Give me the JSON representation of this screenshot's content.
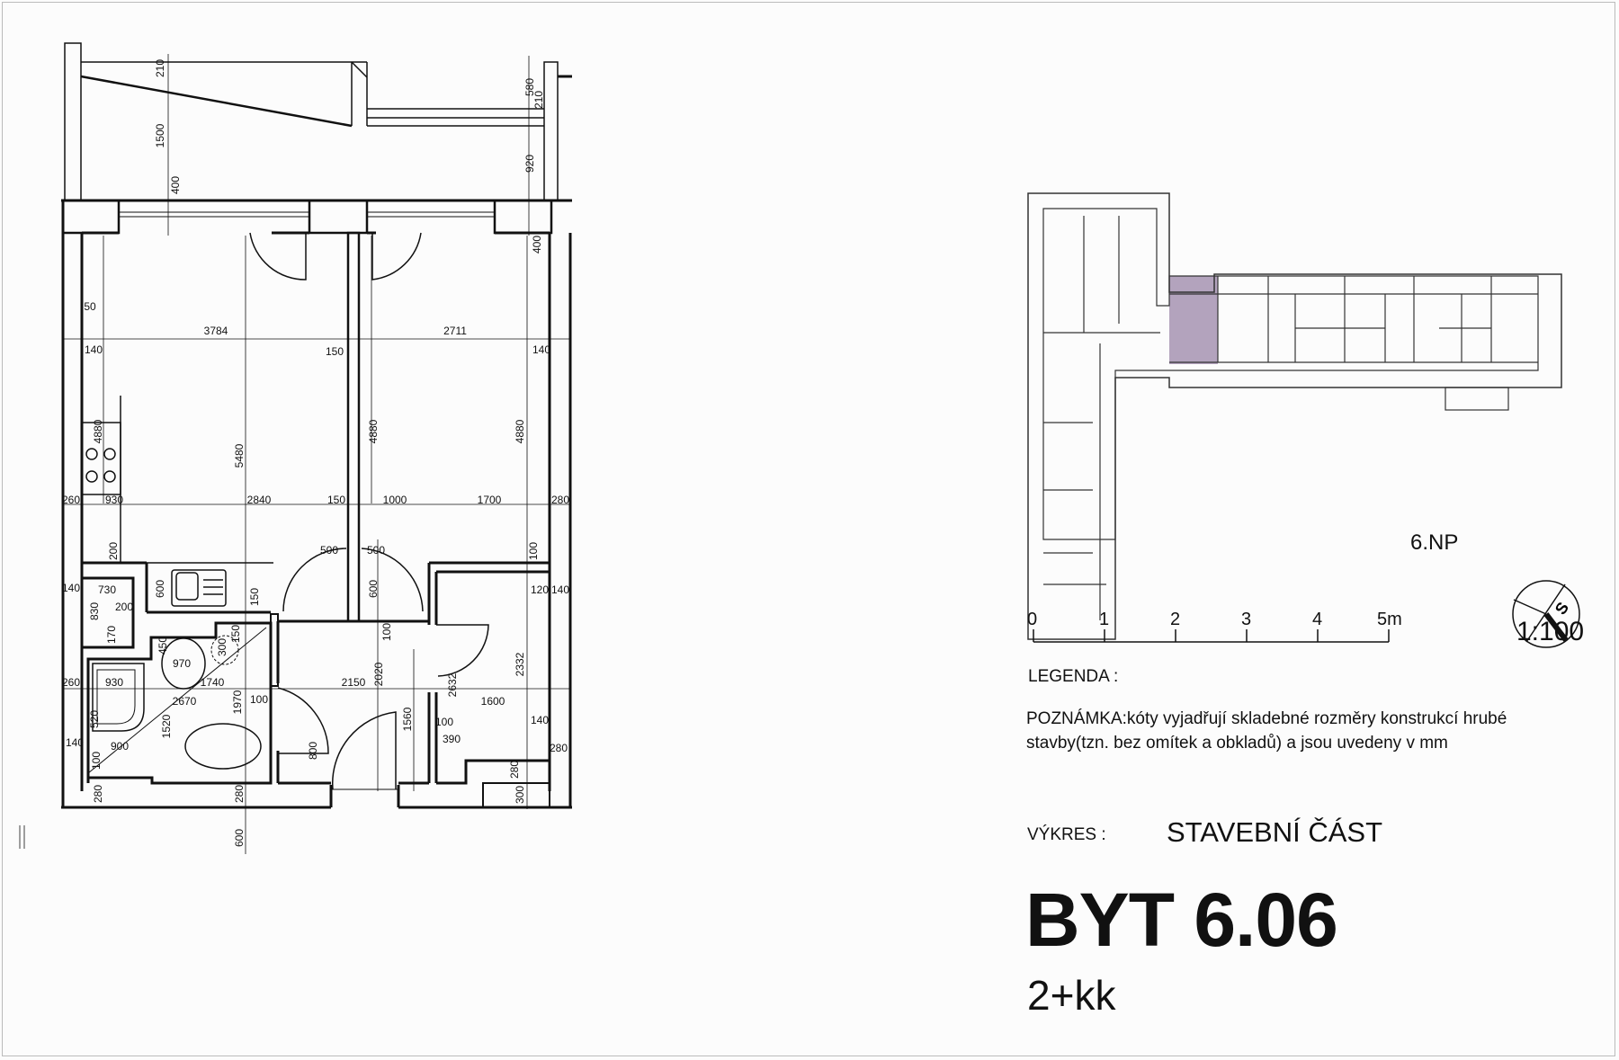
{
  "apartment": {
    "title": "BYT 6.06",
    "layout_type": "2+kk"
  },
  "drawing": {
    "label": "VÝKRES :",
    "value": "STAVEBNÍ ČÁST"
  },
  "legend": {
    "label": "LEGENDA :"
  },
  "note": {
    "line1": "POZNÁMKA:kóty vyjadřují skladebné rozměry konstrukcí hrubé",
    "line2": "stavby(tzn. bez omítek a obkladů) a jsou uvedeny v mm"
  },
  "scale_bar": {
    "ticks": [
      "0",
      "1",
      "2",
      "3",
      "4",
      "5m"
    ],
    "ratio": "1:100"
  },
  "key_plan": {
    "floor": "6.NP",
    "highlight_color": "#9b85a8",
    "compass_letter": "S",
    "compass_icon": "north-arrow-icon"
  },
  "floor_plan": {
    "dimensions": [
      "210",
      "1500",
      "400",
      "580",
      "210",
      "920",
      "400",
      "50",
      "3784",
      "2711",
      "140",
      "150",
      "140",
      "4880",
      "5480",
      "4880",
      "4880",
      "260",
      "930",
      "2840",
      "150",
      "1000",
      "1700",
      "280",
      "200",
      "500",
      "500",
      "100",
      "140",
      "730",
      "600",
      "150",
      "600",
      "120",
      "140",
      "830",
      "200",
      "170",
      "450",
      "300",
      "150",
      "100",
      "970",
      "2020",
      "2632",
      "2332",
      "260",
      "930",
      "1740",
      "2150",
      "2670",
      "1970",
      "100",
      "1600",
      "520",
      "1520",
      "1560",
      "100",
      "140",
      "140",
      "900",
      "390",
      "800",
      "280",
      "100",
      "280",
      "280",
      "280",
      "300",
      "600"
    ]
  }
}
